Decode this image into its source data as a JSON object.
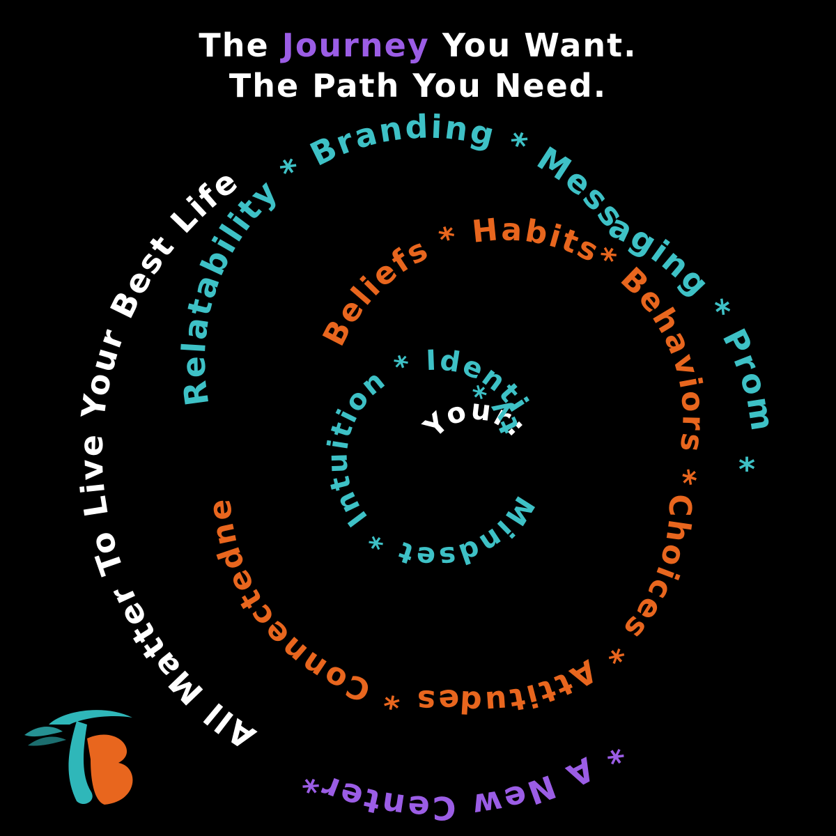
{
  "header": {
    "line1_before": "The",
    "line1_highlight": "Journey",
    "line1_after": "You Want.",
    "line2": "The Path You Need."
  },
  "colors": {
    "background": "#000000",
    "white": "#ffffff",
    "purple": "#9b5de5",
    "teal": "#3ec1c6",
    "orange": "#e8661e"
  },
  "spiral": {
    "center": "Your:",
    "ring1": "Mindset * Intuition * Identity *",
    "ring2": "Beliefs * Habits* Behaviors * Choices * Attitudes * Connectedness *",
    "ring3": "Relatability * Branding * Messaging * Promotions",
    "ring3_star": "*",
    "ring4_purple": "* A New Center*",
    "ring4_white": "All Matter To Live Your Best Life"
  },
  "logo": {
    "monogram": "TB",
    "icon": "feather-monogram-icon"
  }
}
